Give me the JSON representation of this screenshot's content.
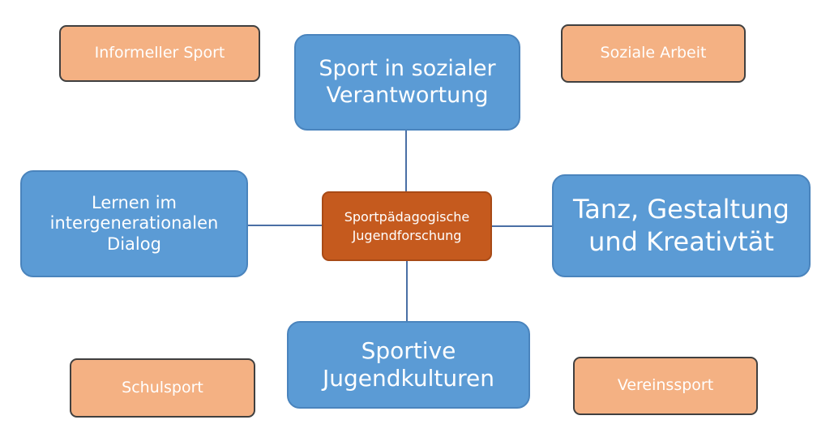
{
  "diagram": {
    "center": {
      "line1": "Sportpädagogische",
      "line2": "Jugendforschung"
    },
    "top": {
      "line1": "Sport in sozialer",
      "line2": "Verantwortung"
    },
    "left": {
      "line1": "Lernen im",
      "line2": "intergenerationalen",
      "line3": "Dialog"
    },
    "right": {
      "line1": "Tanz, Gestaltung",
      "line2": "und Kreativtät"
    },
    "bottom": {
      "line1": "Sportive",
      "line2": "Jugendkulturen"
    },
    "corners": {
      "top_left": "Informeller Sport",
      "top_right": "Soziale Arbeit",
      "bottom_left": "Schulsport",
      "bottom_right": "Vereinssport"
    },
    "colors": {
      "blue_box": "#5b9bd5",
      "peach_box": "#f4b183",
      "center_box": "#c55a1e",
      "connector": "#4a6fa5"
    }
  }
}
